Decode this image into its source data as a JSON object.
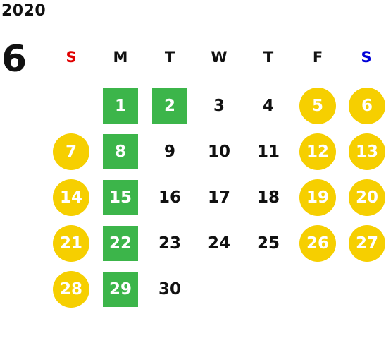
{
  "calendar": {
    "year": "2020",
    "month": "6",
    "weekdays": [
      "S",
      "M",
      "T",
      "W",
      "T",
      "F",
      "S"
    ],
    "days": {
      "d1": "1",
      "d2": "2",
      "d3": "3",
      "d4": "4",
      "d5": "5",
      "d6": "6",
      "d7": "7",
      "d8": "8",
      "d9": "9",
      "d10": "10",
      "d11": "11",
      "d12": "12",
      "d13": "13",
      "d14": "14",
      "d15": "15",
      "d16": "16",
      "d17": "17",
      "d18": "18",
      "d19": "19",
      "d20": "20",
      "d21": "21",
      "d22": "22",
      "d23": "23",
      "d24": "24",
      "d25": "25",
      "d26": "26",
      "d27": "27",
      "d28": "28",
      "d29": "29",
      "d30": "30"
    }
  },
  "colors": {
    "sunday_label": "#e00000",
    "saturday_label": "#0000d8",
    "green_highlight": "#3cb54a",
    "yellow_highlight": "#f6cf00"
  }
}
